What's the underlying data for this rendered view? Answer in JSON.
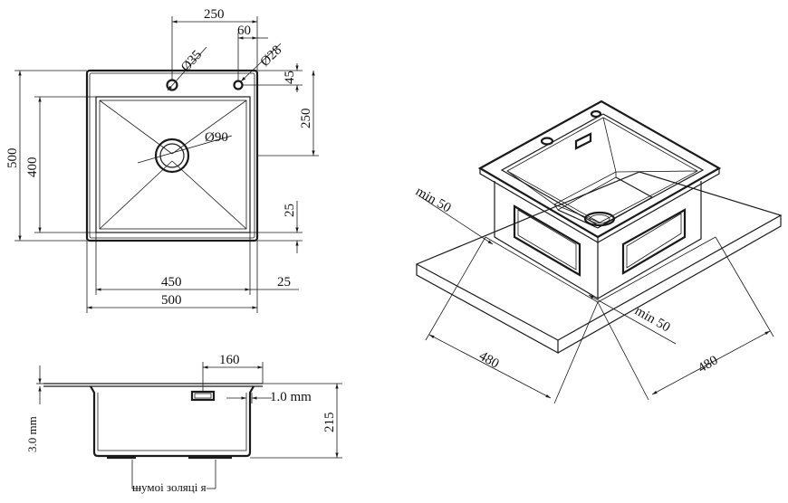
{
  "top_view": {
    "dim_hole_spacing": "250",
    "dim_hole_offset": "60",
    "dim_tap_hole": "Ø35",
    "dim_small_hole": "Ø28",
    "dim_hole_edge": "45",
    "dim_half_depth": "250",
    "dim_drain": "Ø90",
    "dim_outer_height": "500",
    "dim_bowl_height": "400",
    "dim_rim_bottom": "25",
    "dim_bowl_width": "450",
    "dim_rim_right": "25",
    "dim_outer_width": "500"
  },
  "section_view": {
    "dim_overflow": "160",
    "dim_wall": "1.0 mm",
    "dim_flange": "3.0 mm",
    "dim_depth": "215",
    "label_noise": "шумоі золяці я"
  },
  "iso_view": {
    "dim_min_left": "min 50",
    "dim_min_right": "min 50",
    "dim_width_left": "480",
    "dim_width_right": "480"
  }
}
